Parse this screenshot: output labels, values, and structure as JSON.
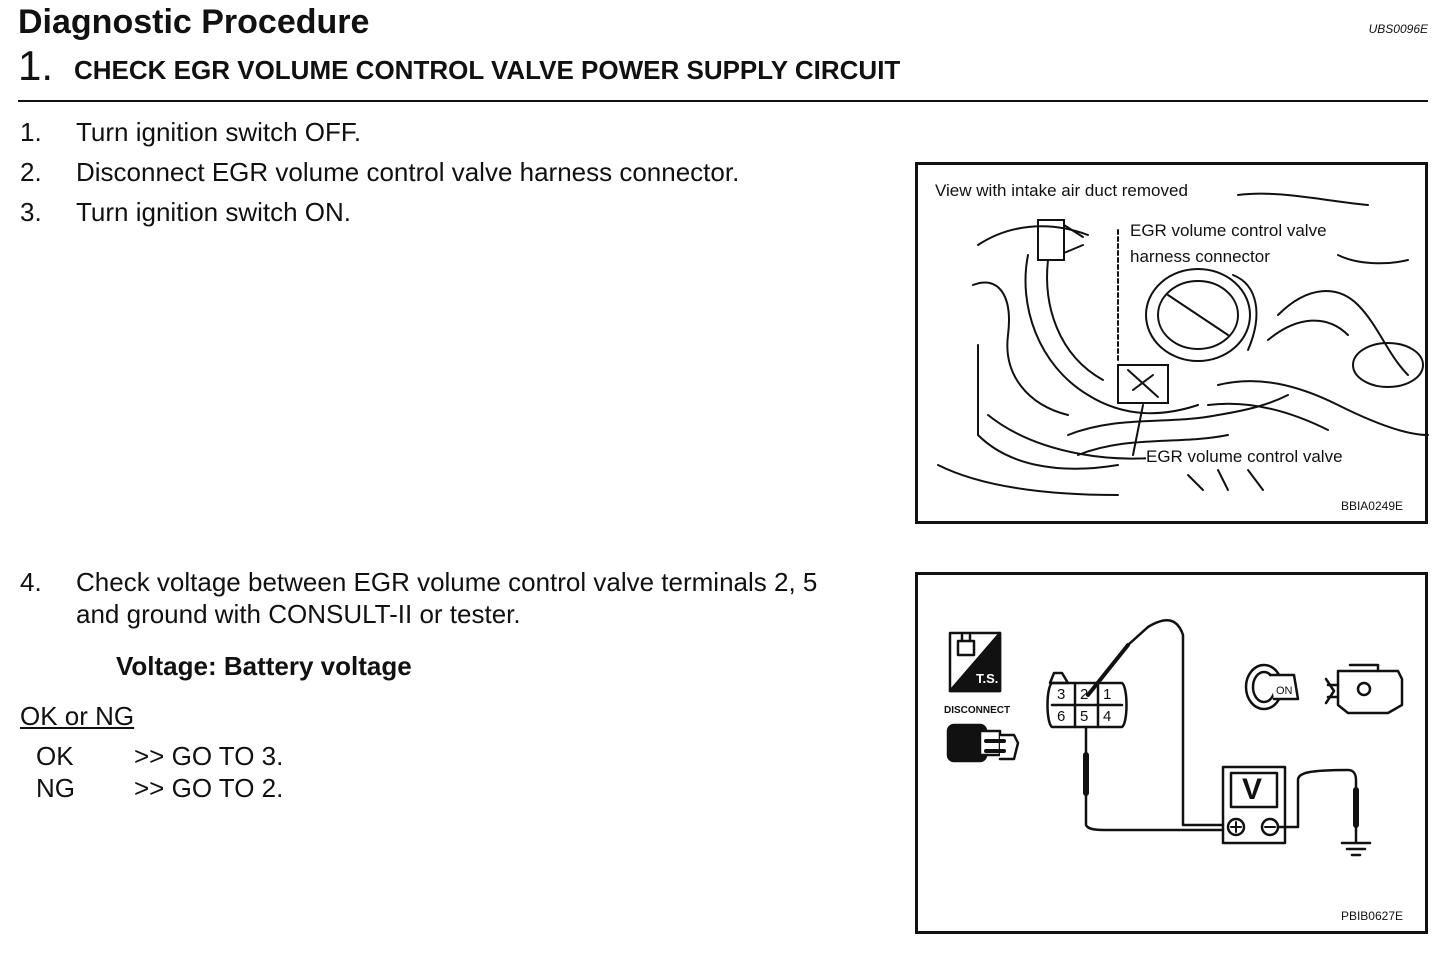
{
  "header": {
    "title": "Diagnostic Procedure",
    "doc_code": "UBS0096E",
    "step_number": "1.",
    "step_heading": "CHECK EGR VOLUME CONTROL VALVE POWER SUPPLY CIRCUIT"
  },
  "instructions": [
    {
      "num": "1.",
      "text": "Turn ignition switch OFF."
    },
    {
      "num": "2.",
      "text": "Disconnect EGR volume control valve harness connector."
    },
    {
      "num": "3.",
      "text": "Turn ignition switch ON."
    },
    {
      "num": "4.",
      "text": "Check voltage between EGR volume control valve terminals 2, 5",
      "text2": "and ground with CONSULT-II or tester."
    }
  ],
  "spec": "Voltage: Battery voltage",
  "ok_ng": {
    "heading": "OK or NG",
    "results": [
      {
        "key": "OK",
        "value": ">> GO TO 3."
      },
      {
        "key": "NG",
        "value": ">> GO TO 2."
      }
    ]
  },
  "figure1": {
    "caption": "View with intake air duct removed",
    "label_connector_1": "EGR volume control valve",
    "label_connector_2": "harness connector",
    "label_valve": "EGR volume control valve",
    "code": "BBIA0249E"
  },
  "figure2": {
    "ts_label": "T.S.",
    "disconnect_label": "DISCONNECT",
    "terminals_top": [
      "3",
      "2",
      "1"
    ],
    "terminals_bottom": [
      "6",
      "5",
      "4"
    ],
    "meter_label": "V",
    "key_label": "ON",
    "code": "PBIB0627E"
  }
}
